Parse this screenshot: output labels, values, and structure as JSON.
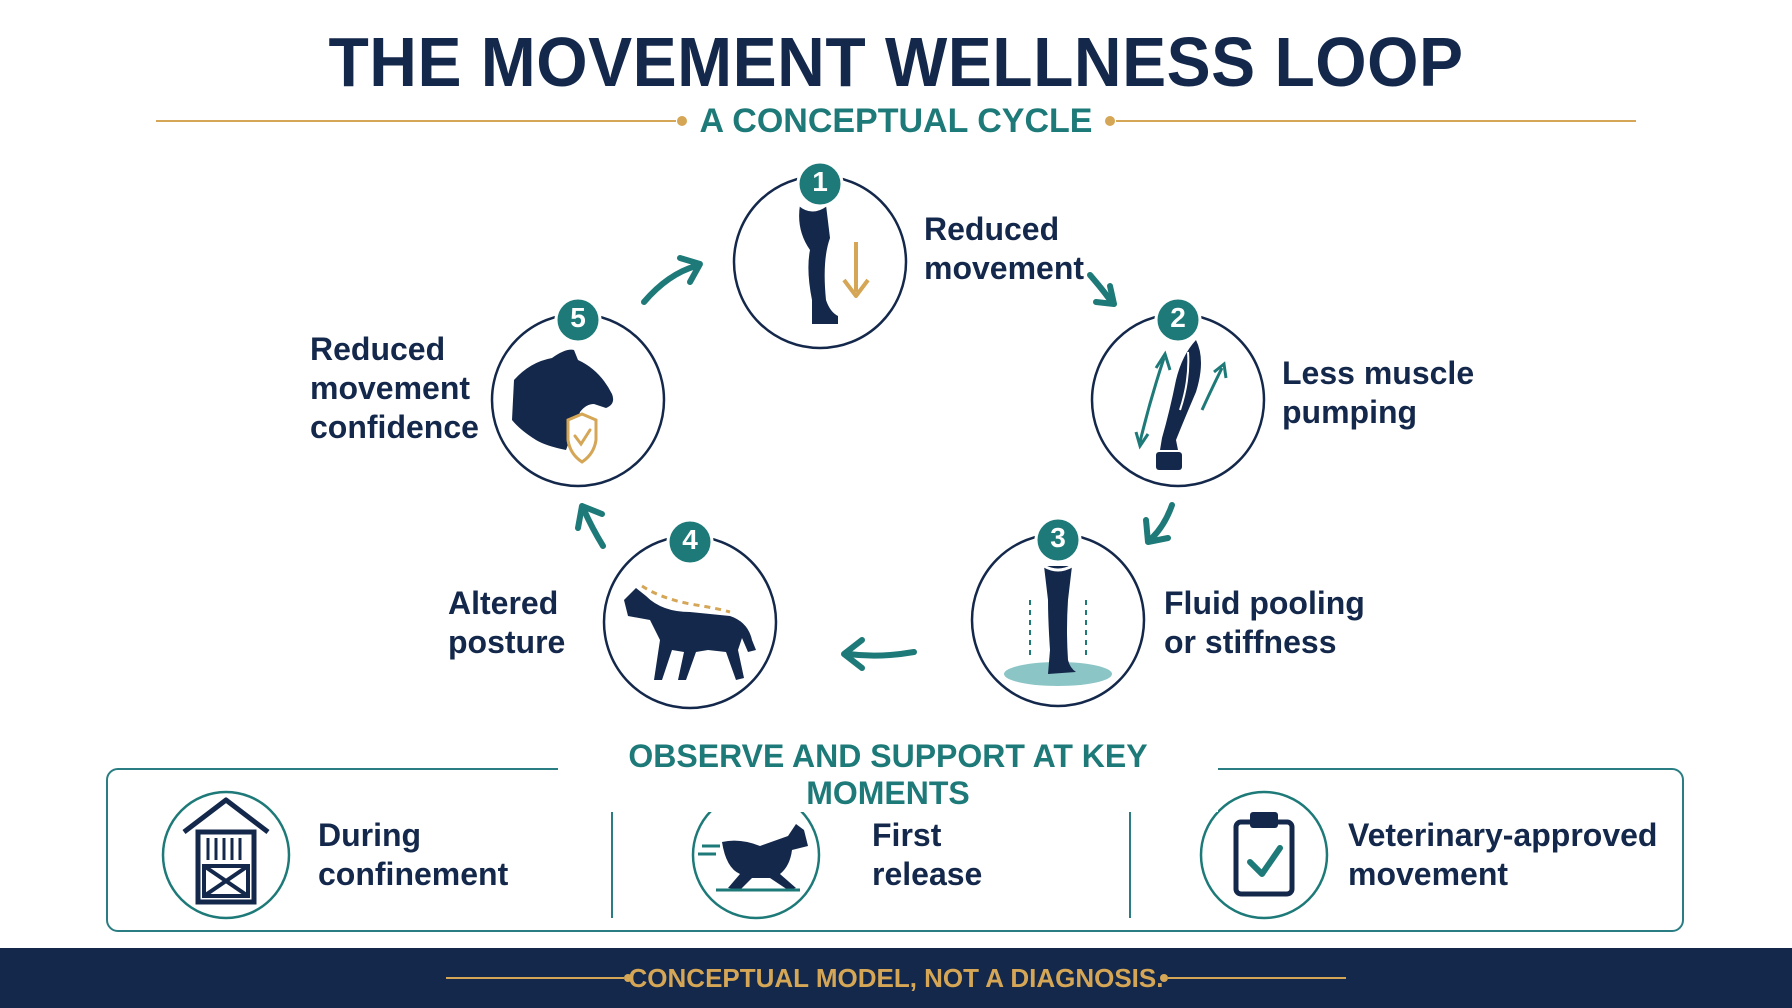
{
  "header": {
    "title": "THE MOVEMENT WELLNESS LOOP",
    "subtitle": "A CONCEPTUAL CYCLE"
  },
  "cycle": {
    "steps": [
      {
        "number": "1",
        "label": "Reduced\nmovement",
        "icon": "leg-down-arrow-icon"
      },
      {
        "number": "2",
        "label": "Less muscle\npumping",
        "icon": "muscle-leg-icon"
      },
      {
        "number": "3",
        "label": "Fluid pooling\nor stiffness",
        "icon": "leg-pooling-icon"
      },
      {
        "number": "4",
        "label": "Altered\nposture",
        "icon": "walking-horse-icon"
      },
      {
        "number": "5",
        "label": "Reduced\nmovement\nconfidence",
        "icon": "horse-head-shield-icon"
      }
    ]
  },
  "support": {
    "title": "OBSERVE AND SUPPORT AT KEY MOMENTS",
    "items": [
      {
        "label": "During\nconfinement",
        "icon": "stable-icon"
      },
      {
        "label": "First\nrelease",
        "icon": "running-horse-icon"
      },
      {
        "label": "Veterinary-approved\nmovement",
        "icon": "clipboard-check-icon"
      }
    ]
  },
  "footer": {
    "text": "CONCEPTUAL MODEL, NOT A DIAGNOSIS."
  },
  "colors": {
    "navy": "#14284b",
    "teal": "#1e7a78",
    "gold": "#d4a656",
    "footer_bg": "#13284a"
  }
}
